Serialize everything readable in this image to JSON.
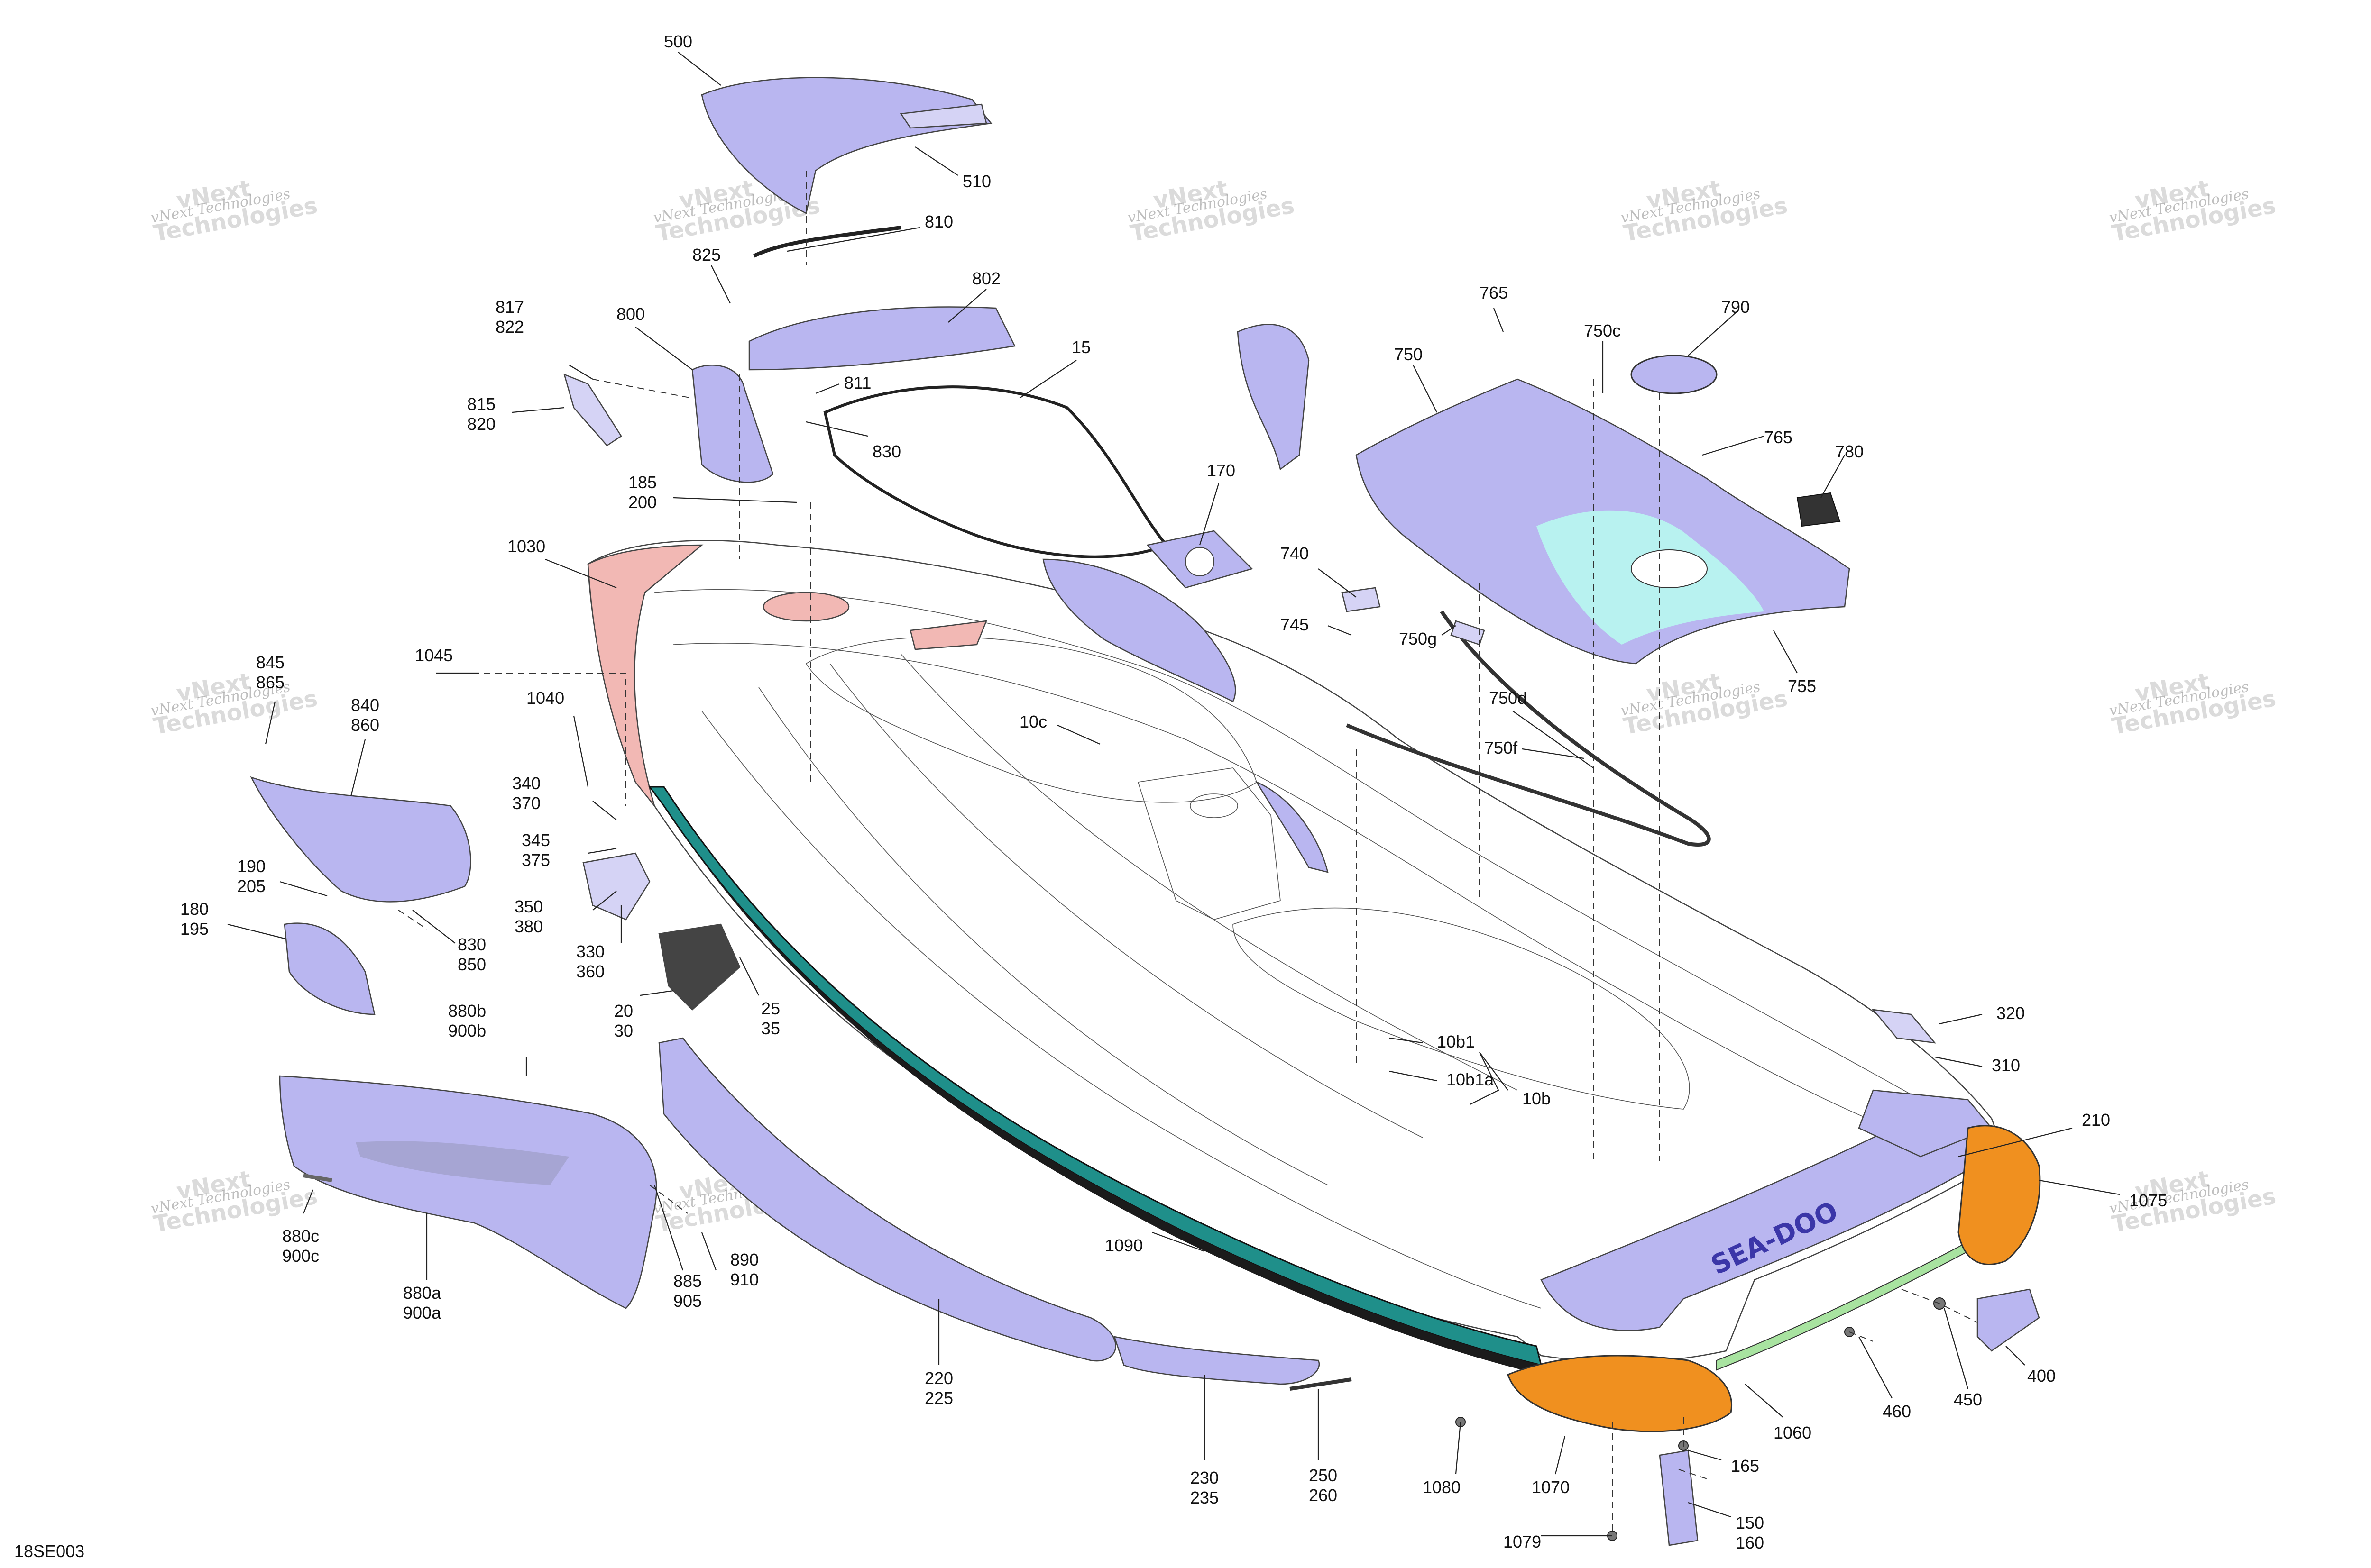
{
  "diagram_code": "18SE003",
  "watermark": {
    "line1": "vNext Technologies",
    "line2a": "vNext",
    "line2b": "Technologies"
  },
  "colors": {
    "lavender": "#b9b6f0",
    "teal": "#1f8f8a",
    "orange": "#f0901f",
    "pink": "#f2b8b4",
    "light_cyan": "#b8f2f0",
    "green": "#a8e3a0",
    "dark": "#1b1b1b"
  },
  "labels": [
    {
      "id": "500",
      "lines": [
        "500"
      ]
    },
    {
      "id": "510",
      "lines": [
        "510"
      ]
    },
    {
      "id": "810",
      "lines": [
        "810"
      ]
    },
    {
      "id": "825",
      "lines": [
        "825"
      ]
    },
    {
      "id": "802",
      "lines": [
        "802"
      ]
    },
    {
      "id": "800",
      "lines": [
        "800"
      ]
    },
    {
      "id": "817",
      "lines": [
        "817",
        "822"
      ]
    },
    {
      "id": "811",
      "lines": [
        "811"
      ]
    },
    {
      "id": "15",
      "lines": [
        "15"
      ]
    },
    {
      "id": "815",
      "lines": [
        "815",
        "820"
      ]
    },
    {
      "id": "830a",
      "lines": [
        "830"
      ]
    },
    {
      "id": "185",
      "lines": [
        "185",
        "200"
      ]
    },
    {
      "id": "170",
      "lines": [
        "170"
      ]
    },
    {
      "id": "765a",
      "lines": [
        "765"
      ]
    },
    {
      "id": "790",
      "lines": [
        "790"
      ]
    },
    {
      "id": "750c",
      "lines": [
        "750c"
      ]
    },
    {
      "id": "750",
      "lines": [
        "750"
      ]
    },
    {
      "id": "765b",
      "lines": [
        "765"
      ]
    },
    {
      "id": "780",
      "lines": [
        "780"
      ]
    },
    {
      "id": "1030",
      "lines": [
        "1030"
      ]
    },
    {
      "id": "740",
      "lines": [
        "740"
      ]
    },
    {
      "id": "745",
      "lines": [
        "745"
      ]
    },
    {
      "id": "750g",
      "lines": [
        "750g"
      ]
    },
    {
      "id": "755",
      "lines": [
        "755"
      ]
    },
    {
      "id": "1045",
      "lines": [
        "1045"
      ]
    },
    {
      "id": "845",
      "lines": [
        "845",
        "865"
      ]
    },
    {
      "id": "1040",
      "lines": [
        "1040"
      ]
    },
    {
      "id": "750d",
      "lines": [
        "750d"
      ]
    },
    {
      "id": "10c",
      "lines": [
        "10c"
      ]
    },
    {
      "id": "840",
      "lines": [
        "840",
        "860"
      ]
    },
    {
      "id": "750f",
      "lines": [
        "750f"
      ]
    },
    {
      "id": "340",
      "lines": [
        "340",
        "370"
      ]
    },
    {
      "id": "345",
      "lines": [
        "345",
        "375"
      ]
    },
    {
      "id": "190",
      "lines": [
        "190",
        "205"
      ]
    },
    {
      "id": "350",
      "lines": [
        "350",
        "380"
      ]
    },
    {
      "id": "180",
      "lines": [
        "180",
        "195"
      ]
    },
    {
      "id": "830b",
      "lines": [
        "830",
        "850"
      ]
    },
    {
      "id": "330",
      "lines": [
        "330",
        "360"
      ]
    },
    {
      "id": "25",
      "lines": [
        "25",
        "35"
      ]
    },
    {
      "id": "20",
      "lines": [
        "20",
        "30"
      ]
    },
    {
      "id": "880b",
      "lines": [
        "880b",
        "900b"
      ]
    },
    {
      "id": "320",
      "lines": [
        "320"
      ]
    },
    {
      "id": "10b1",
      "lines": [
        "10b1"
      ]
    },
    {
      "id": "310",
      "lines": [
        "310"
      ]
    },
    {
      "id": "10b1a",
      "lines": [
        "10b1a"
      ]
    },
    {
      "id": "10b",
      "lines": [
        "10b"
      ]
    },
    {
      "id": "210",
      "lines": [
        "210"
      ]
    },
    {
      "id": "1075",
      "lines": [
        "1075"
      ]
    },
    {
      "id": "880c",
      "lines": [
        "880c",
        "900c"
      ]
    },
    {
      "id": "880a",
      "lines": [
        "880a",
        "900a"
      ]
    },
    {
      "id": "885",
      "lines": [
        "885",
        "905"
      ]
    },
    {
      "id": "890",
      "lines": [
        "890",
        "910"
      ]
    },
    {
      "id": "1090",
      "lines": [
        "1090"
      ]
    },
    {
      "id": "220",
      "lines": [
        "220",
        "225"
      ]
    },
    {
      "id": "400",
      "lines": [
        "400"
      ]
    },
    {
      "id": "450",
      "lines": [
        "450"
      ]
    },
    {
      "id": "460",
      "lines": [
        "460"
      ]
    },
    {
      "id": "1060",
      "lines": [
        "1060"
      ]
    },
    {
      "id": "230",
      "lines": [
        "230",
        "235"
      ]
    },
    {
      "id": "250",
      "lines": [
        "250",
        "260"
      ]
    },
    {
      "id": "1080",
      "lines": [
        "1080"
      ]
    },
    {
      "id": "1070",
      "lines": [
        "1070"
      ]
    },
    {
      "id": "165",
      "lines": [
        "165"
      ]
    },
    {
      "id": "150",
      "lines": [
        "150",
        "160"
      ]
    },
    {
      "id": "1079",
      "lines": [
        "1079"
      ]
    }
  ]
}
